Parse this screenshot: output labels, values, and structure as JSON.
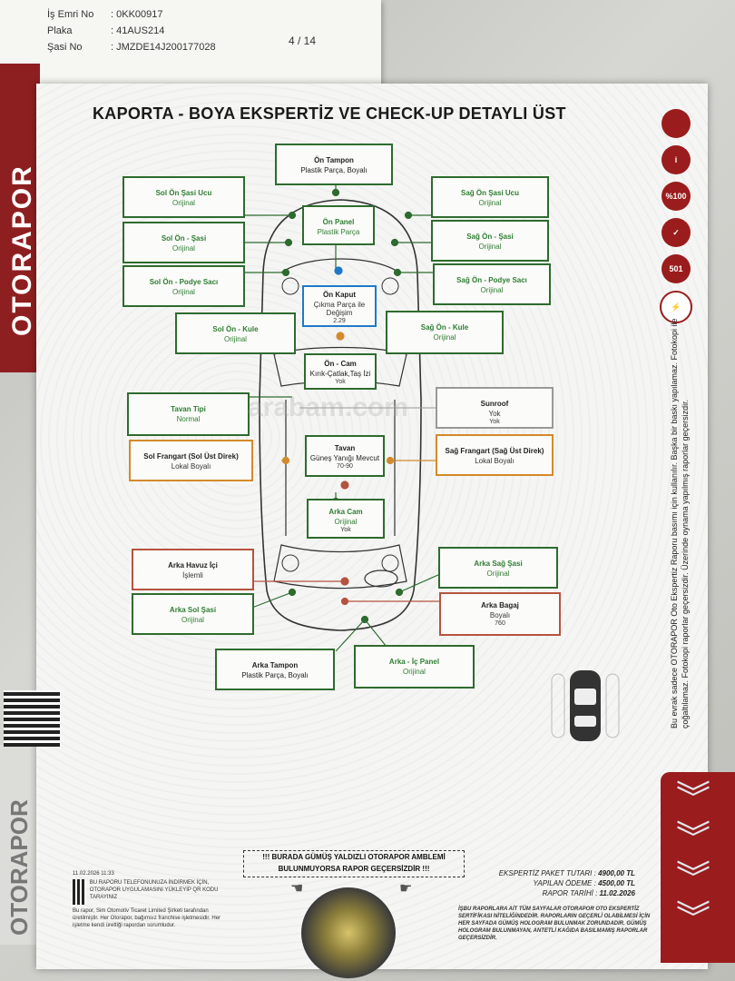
{
  "header": {
    "rows": [
      {
        "label": "İş Emri No",
        "value": ": 0KK00917"
      },
      {
        "label": "Plaka",
        "value": ": 41AUS214"
      },
      {
        "label": "Şasi No",
        "value": ": JMZDE14J200177028"
      }
    ],
    "page_counter": "4 / 14"
  },
  "brand": {
    "left_logo": "OTORAPOR"
  },
  "title": "KAPORTA - BOYA EKSPERTİZ VE CHECK-UP DETAYLI ÜST",
  "boxes": {
    "on_tampon": {
      "h": "Ön Tampon",
      "v": "Plastik Parça, Boyalı"
    },
    "on_panel": {
      "h": "Ön Panel",
      "v": "Plastik Parça"
    },
    "on_kaput": {
      "h": "Ön Kaput",
      "v": "Çıkma Parça ile Değişim",
      "v2": "2.29"
    },
    "on_cam": {
      "h": "Ön - Cam",
      "v": "Kırık-Çatlak,Taş İzi",
      "v2": "Yok"
    },
    "tavan": {
      "h": "Tavan",
      "v": "Güneş Yanığı Mevcut",
      "v2": "70-90"
    },
    "arka_cam": {
      "h": "Arka Cam",
      "v": "Orijinal",
      "v2": "Yok"
    },
    "sol_on_sasi_ucu": {
      "h": "Sol Ön Şasi Ucu",
      "v": "Orijinal"
    },
    "sol_on_sasi": {
      "h": "Sol Ön - Şasi",
      "v": "Orijinal"
    },
    "sol_on_podye": {
      "h": "Sol Ön - Podye Sacı",
      "v": "Orijinal"
    },
    "sol_on_kule": {
      "h": "Sol Ön - Kule",
      "v": "Orijinal"
    },
    "tavan_tipi": {
      "h": "Tavan Tipi",
      "v": "Normal"
    },
    "sol_frangart": {
      "h": "Sol Frangart (Sol Üst Direk)",
      "v": "Lokal Boyalı"
    },
    "arka_havuz": {
      "h": "Arka Havuz İçi",
      "v": "İşlemli"
    },
    "arka_sol_sasi": {
      "h": "Arka Sol Şasi",
      "v": "Orijinal"
    },
    "arka_tampon": {
      "h": "Arka Tampon",
      "v": "Plastik Parça, Boyalı"
    },
    "sag_on_sasi_ucu": {
      "h": "Sağ Ön Şasi Ucu",
      "v": "Orijinal"
    },
    "sag_on_sasi": {
      "h": "Sağ Ön - Şasi",
      "v": "Orijinal"
    },
    "sag_on_podye": {
      "h": "Sağ Ön - Podye Sacı",
      "v": "Orijinal"
    },
    "sag_on_kule": {
      "h": "Sağ Ön - Kule",
      "v": "Orijinal"
    },
    "sunroof": {
      "h": "Sunroof",
      "v": "Yok",
      "v2": "Yok"
    },
    "sag_frangart": {
      "h": "Sağ Frangart (Sağ Üst Direk)",
      "v": "Lokal Boyalı"
    },
    "arka_sag_sasi": {
      "h": "Arka Sağ Şasi",
      "v": "Orijinal"
    },
    "arka_bagaj": {
      "h": "Arka Bagaj",
      "v": "Boyalı",
      "v2": "760"
    },
    "arka_ic_panel": {
      "h": "Arka - İç Panel",
      "v": "Orijinal"
    }
  },
  "badges": [
    "i",
    "%100",
    "501"
  ],
  "vertical_notice": "Bu evrak sadece OTORAPOR Oto Ekspertiz Raporu basımı için kullanılır. Başka bir baskı yapılamaz. Fotokopi ile çoğaltılamaz. Fotokopi raporlar geçersizdir. Üzerinde oynama yapılmış raporlar geçersizdir.",
  "warning": {
    "line1": "!!! BURADA GÜMÜŞ YALDIZLI OTORAPOR AMBLEMİ",
    "line2": "BULUNMUYORSA RAPOR GEÇERSİZDİR !!!"
  },
  "prices": [
    {
      "label": "EKSPERTİZ PAKET TUTARI :",
      "value": "4900,00 TL"
    },
    {
      "label": "YAPILAN ÖDEME :",
      "value": "4500,00 TL"
    },
    {
      "label": "RAPOR TARİHİ :",
      "value": "11.02.2026"
    }
  ],
  "fine_print": "İŞBU RAPORLARA AİT TÜM SAYFALAR OTORAPOR OTO EKSPERTİZ SERTİFİKASI NİTELİĞİNDEDİR. RAPORLARIN GEÇERLİ OLABİLMESİ İÇİN HER SAYFADA GÜMÜŞ HOLOGRAM BULUNMAK ZORUNDADIR. GÜMÜŞ HOLOGRAM BULUNMAYAN, ANTETLİ KAĞIDA BASILMAMIŞ RAPORLAR GEÇERSİZDİR.",
  "left_footer": {
    "timestamp": "11.02.2026 11:33",
    "qr_text": "BU RAPORU TELEFONUNUZA İNDİRMEK İÇİN, OTORAPOR UYGULAMASINI YÜKLEYİP QR KODU TARAYINIZ",
    "legal": "Bu rapor, Sim Otomotiv Ticaret Limited Şirketi tarafından üretilmiştir. Her Otorapor, bağımsız franchise işletmesidir. Her işletme kendi ürettiği rapordan sorumludur."
  },
  "watermark": "arabam.com"
}
